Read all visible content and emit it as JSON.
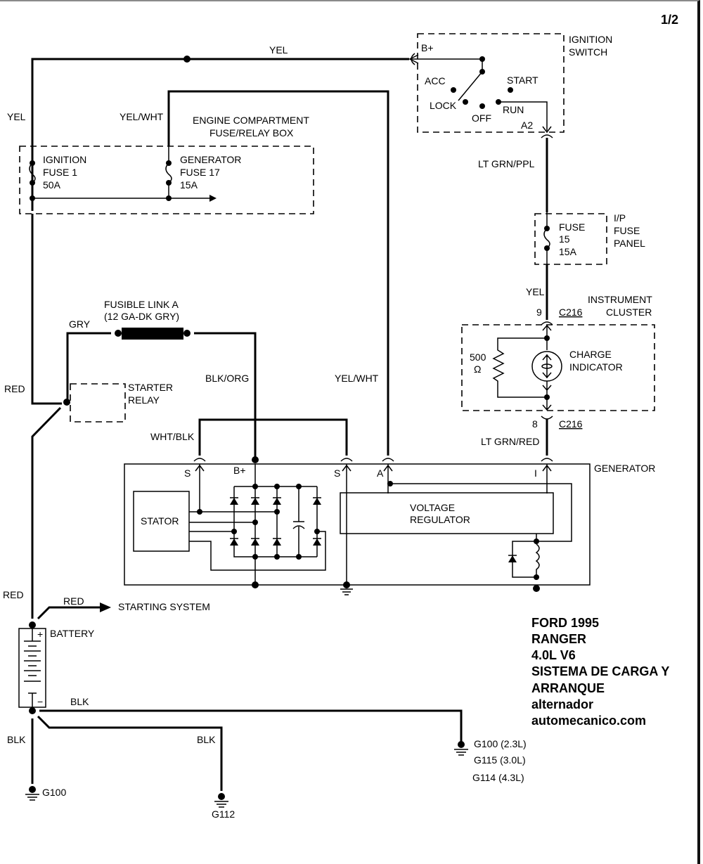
{
  "page_number": "1/2",
  "title_block": {
    "lines": [
      "FORD 1995",
      "RANGER",
      "4.0L V6",
      "SISTEMA DE CARGA Y",
      "ARRANQUE",
      "alternador",
      "automecanico.com"
    ]
  },
  "wires": {
    "yel_top": "YEL",
    "yel_left": "YEL",
    "yel_wht_top": "YEL/WHT",
    "yel_wht_mid": "YEL/WHT",
    "lt_grn_ppl": "LT GRN/PPL",
    "yel_ip": "YEL",
    "lt_grn_red": "LT GRN/RED",
    "gry": "GRY",
    "blk_org": "BLK/ORG",
    "wht_blk": "WHT/BLK",
    "red_left": "RED",
    "red_lower": "RED",
    "red_starting": "RED",
    "blk_right": "BLK",
    "blk_left": "BLK",
    "blk_mid": "BLK"
  },
  "ignition_switch": {
    "label_line1": "IGNITION",
    "label_line2": "SWITCH",
    "pin_bplus": "B+",
    "pin_a2": "A2",
    "positions": [
      "ACC",
      "START",
      "LOCK",
      "OFF",
      "RUN"
    ]
  },
  "fuse_box": {
    "label_line1": "ENGINE COMPARTMENT",
    "label_line2": "FUSE/RELAY BOX",
    "fuses": [
      {
        "name": "IGNITION",
        "number": "FUSE 1",
        "rating": "50A"
      },
      {
        "name": "GENERATOR",
        "number": "FUSE 17",
        "rating": "15A"
      }
    ]
  },
  "ip_fuse_panel": {
    "label": [
      "I/P",
      "FUSE",
      "PANEL"
    ],
    "fuse": [
      "FUSE",
      "15",
      "15A"
    ]
  },
  "instrument_cluster": {
    "label_line1": "INSTRUMENT",
    "label_line2": "CLUSTER",
    "connector": "C216",
    "pin_in": "9",
    "pin_out": "8",
    "resistor_value": "500",
    "resistor_unit": "Ω",
    "indicator_line1": "CHARGE",
    "indicator_line2": "INDICATOR"
  },
  "fusible_link": {
    "line1": "FUSIBLE LINK A",
    "line2": "(12 GA-DK GRY)"
  },
  "starter_relay": {
    "line1": "STARTER",
    "line2": "RELAY"
  },
  "generator": {
    "label": "GENERATOR",
    "pins": {
      "s1": "S",
      "bplus": "B+",
      "s2": "S",
      "a": "A",
      "i": "I"
    },
    "stator": "STATOR",
    "regulator_line1": "VOLTAGE",
    "regulator_line2": "REGULATOR"
  },
  "battery": {
    "label": "BATTERY",
    "plus": "+",
    "minus": "−",
    "starting_system": "STARTING SYSTEM"
  },
  "grounds": {
    "g100": "G100",
    "g112": "G112",
    "g_right": [
      "G100 (2.3L)",
      "G115 (3.0L)",
      "G114 (4.3L)"
    ]
  }
}
